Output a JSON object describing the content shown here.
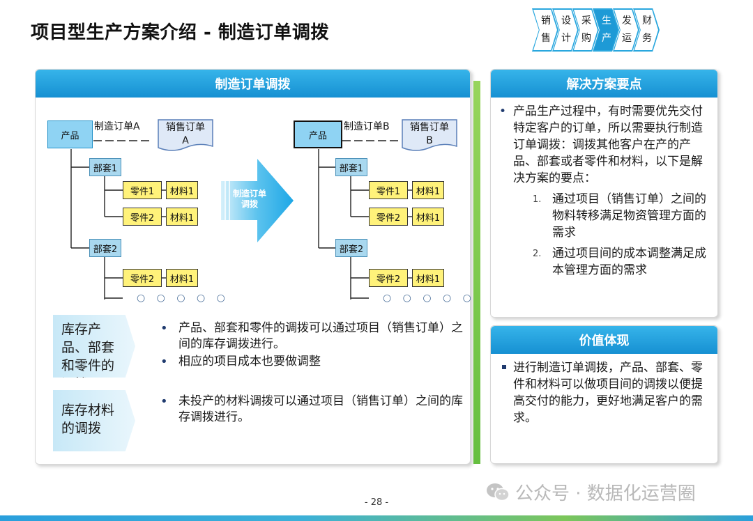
{
  "page": {
    "title": "项目型生产方案介绍 - 制造订单调拨",
    "page_number": "- 28 -"
  },
  "process_nav": {
    "steps": [
      {
        "label": "销售",
        "active": false
      },
      {
        "label": "设计",
        "active": false
      },
      {
        "label": "采购",
        "active": false
      },
      {
        "label": "生产",
        "active": true
      },
      {
        "label": "发运",
        "active": false
      },
      {
        "label": "财务",
        "active": false
      }
    ],
    "accent_color": "#1e9ad6"
  },
  "main_panel": {
    "header": "制造订单调拨",
    "left_tree": {
      "product": "产品",
      "order_label": "制造订单A",
      "sales_doc": "销售订单\nA",
      "bom1": "部套1",
      "bom2": "部套2",
      "part1": "零件1",
      "part2": "零件2",
      "mat1": "材料1",
      "dots": "○ ○ ○ ○ ○"
    },
    "right_tree": {
      "product": "产品",
      "order_label": "制造订单B",
      "sales_doc": "销售订单\nB",
      "bom1": "部套1",
      "bom2": "部套2",
      "part1": "零件1",
      "part2": "零件2",
      "mat1": "材料1",
      "dots": "○ ○ ○ ○ ○"
    },
    "arrow_label": "制造订单调拨",
    "sections": [
      {
        "tag": "库存产品、部套和零件的调拨",
        "bullets": [
          "产品、部套和零件的调拨可以通过项目（销售订单）之间的库存调拨进行。",
          "相应的项目成本也要做调整"
        ]
      },
      {
        "tag": "库存材料的调拨",
        "bullets": [
          "未投产的材料调拨可以通过项目（销售订单）之间的库存调拨进行。"
        ]
      }
    ]
  },
  "solution_panel": {
    "header": "解决方案要点",
    "intro": "产品生产过程中，有时需要优先交付特定客户的订单，所以需要执行制造订单调拨：调拨其他客户在产的产品、部套或者零件和材料，以下是解决方案的要点：",
    "points": [
      {
        "num": "1.",
        "text": "通过项目（销售订单）之间的物料转移满足物资管理方面的需求"
      },
      {
        "num": "2.",
        "text": "通过项目间的成本调整满足成本管理方面的需求"
      }
    ]
  },
  "value_panel": {
    "header": "价值体现",
    "text": "进行制造订单调拨，产品、部套、零件和材料可以做项目间的调拨以便提高交付的能力，更好地满足客户的需求。"
  },
  "watermark": {
    "text": "公众号 · 数据化运营圈"
  },
  "colors": {
    "header_blue": "#1e9ad6",
    "green_accent": "#6cc03a",
    "part_yellow": "#fff27a",
    "bom_blue": "#a9d8ef"
  }
}
